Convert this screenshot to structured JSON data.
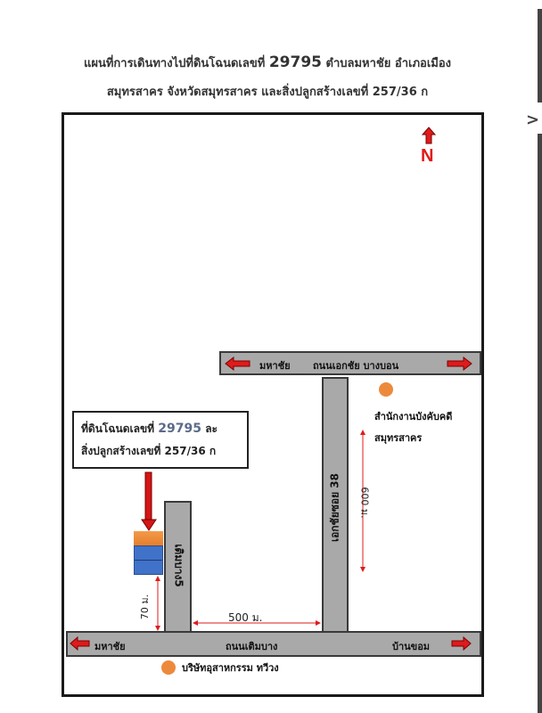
{
  "title": {
    "line1_prefix": "แผนที่การเดินทางไปที่ดินโฉนดเลขที่",
    "deed_number": "29795",
    "line1_suffix": "ตำบลมหาชัย อำเภอเมือง",
    "line2": "สมุทรสาคร จังหวัดสมุทรสาคร และสิ่งปลูกสร้างเลขที่ 257/36 ก"
  },
  "compass": {
    "label": "N",
    "color": "#e01b1b"
  },
  "roads": {
    "top": {
      "left_label": "มหาชัย",
      "name": "ถนนเอกชัย บางบอน"
    },
    "bottom": {
      "left_label": "มหาชัย",
      "name": "ถนนเติมบาง",
      "right_label": "บ้านขอม"
    },
    "soi_38": {
      "name": "เอกชัยซอย 38"
    },
    "soi_5": {
      "name": "เติมบาง5"
    }
  },
  "callout": {
    "line1_prefix": "ที่ดินโฉนดเลขที่",
    "deed_number": "29795",
    "line1_suffix": "ละ",
    "line2": "สิ่งปลูกสร้างเลขที่ 257/36 ก"
  },
  "landmarks": {
    "court": {
      "line1": "สำนักงานบังคับคดี",
      "line2": "สมุทรสาคร"
    },
    "factory": {
      "name": "บริษัทอุสาหกรรม ทวีวง"
    }
  },
  "distances": {
    "soi38_length": "600 ม.",
    "between_sois": "500 ม.",
    "plot_from_road": "70 ม."
  },
  "colors": {
    "road": "#a9a9a9",
    "arrow": "#e01b1b",
    "marker": "#ec8a3c",
    "building_roof": "#ef8a3a",
    "building_body": "#3f72c8"
  },
  "viewer": {
    "chevron": ">"
  }
}
